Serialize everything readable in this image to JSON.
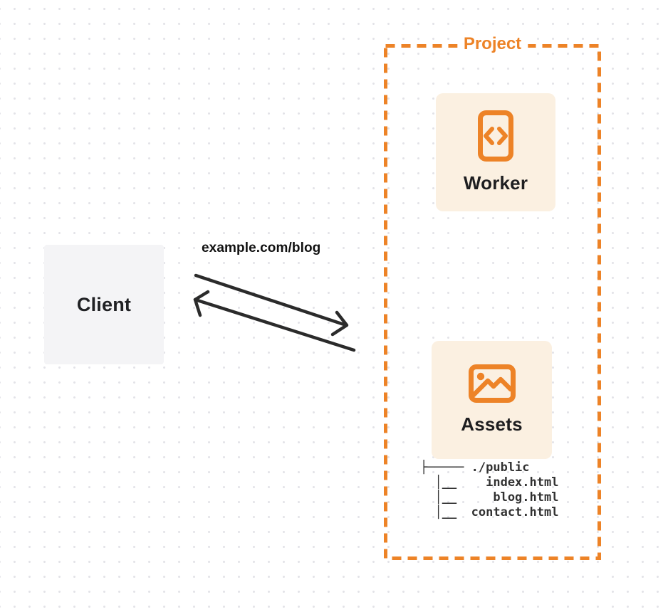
{
  "client": {
    "label": "Client"
  },
  "request": {
    "url_label": "example.com/blog"
  },
  "project": {
    "label": "Project",
    "worker": {
      "label": "Worker",
      "icon": "code-document-icon"
    },
    "assets": {
      "label": "Assets",
      "icon": "image-icon"
    },
    "file_tree": {
      "lines": [
        "├───── ./public",
        "  │__    index.html",
        "  │__     blog.html",
        "  │__  contact.html"
      ]
    }
  },
  "colors": {
    "accent_orange": "#ed8327",
    "node_cream": "#fbf0e1",
    "client_gray": "#f4f4f6",
    "ink": "#1e1e20",
    "arrow": "#2b2b2b",
    "grid_dot": "#e3e3e8"
  }
}
